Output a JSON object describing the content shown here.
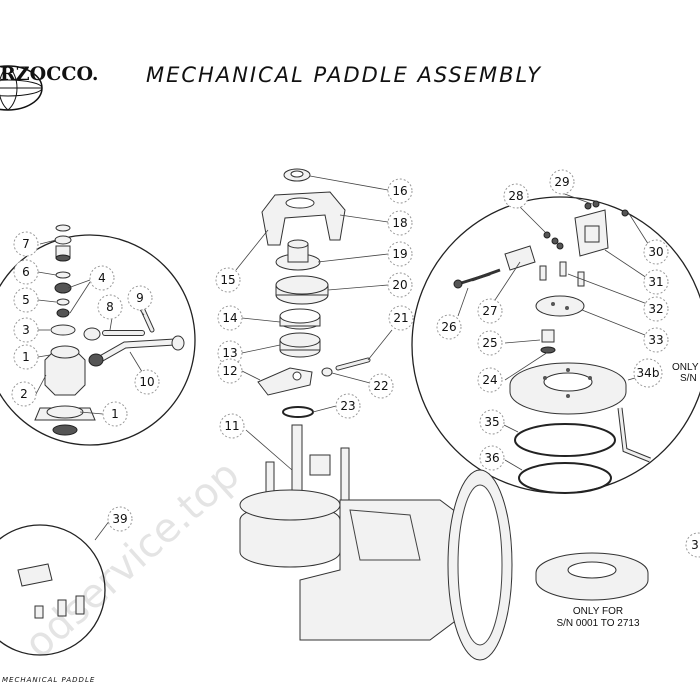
{
  "title": "MECHANICAL PADDLE ASSEMBLY",
  "brand": "RZOCCO.",
  "footer": "MECHANICAL PADDLE",
  "watermark": "odservice.top",
  "note_top": [
    "ONLY",
    "S/N"
  ],
  "note_bottom": [
    "ONLY FOR",
    "S/N 0001 TO 2713"
  ],
  "callouts": {
    "c1a": "1",
    "c1b": "1",
    "c2": "2",
    "c3": "3",
    "c4": "4",
    "c5": "5",
    "c6": "6",
    "c7": "7",
    "c8": "8",
    "c9": "9",
    "c10": "10",
    "c11": "11",
    "c12": "12",
    "c13": "13",
    "c14": "14",
    "c15": "15",
    "c16": "16",
    "c18": "18",
    "c19": "19",
    "c20": "20",
    "c21": "21",
    "c22": "22",
    "c23": "23",
    "c24": "24",
    "c25": "25",
    "c26": "26",
    "c27": "27",
    "c28": "28",
    "c29": "29",
    "c30": "30",
    "c31": "31",
    "c32": "32",
    "c33": "33",
    "c34b": "34b",
    "c35": "35",
    "c36": "36",
    "c37": "3",
    "c39": "39"
  }
}
